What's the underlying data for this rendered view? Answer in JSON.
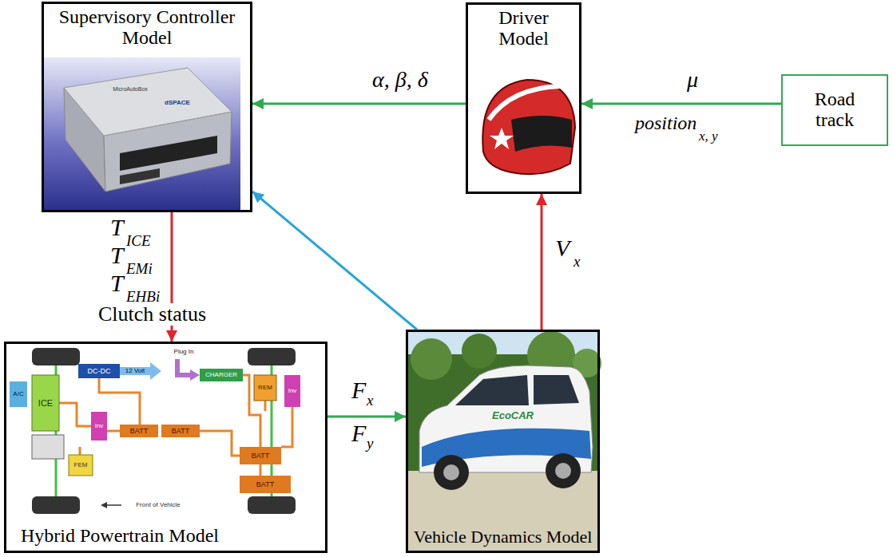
{
  "diagram": {
    "nodes": [
      {
        "text": [
          "Supervisory Controller Model"
        ]
      },
      {
        "text": [
          "Driver Model"
        ]
      },
      {
        "text": [
          "Road track"
        ]
      },
      {
        "text": [
          "Hybrid Powertrain Model"
        ]
      },
      {
        "text": [
          "Vehicle Dynamics Model"
        ]
      }
    ],
    "edges": [
      {
        "from": 1,
        "to": 0,
        "arrow": "to",
        "label": "α, β, δ"
      },
      {
        "from": 2,
        "to": 1,
        "arrow": "to",
        "label": "μ"
      },
      {
        "from": 0,
        "to": 3,
        "arrow": "to",
        "label": "Clutch status"
      },
      {
        "from": 4,
        "to": 1,
        "arrow": "to",
        "label": "V"
      },
      {
        "from": 4,
        "to": 0,
        "arrow": "to"
      },
      {
        "from": 3,
        "to": 4,
        "arrow": "to"
      }
    ],
    "labels": [
      "T",
      "ICE",
      "T",
      "EMi",
      "T",
      "EHBi",
      "x",
      "position",
      "x, y",
      "F",
      "x",
      "F",
      "y",
      "MicroAutoBox",
      "dSPACE",
      "Plug In",
      "DC-DC",
      "12 Volt",
      "CHARGER",
      "A/C",
      "ICE",
      "FEM",
      "Inv",
      "BATT",
      "BATT",
      "REM",
      "Inv",
      "BATT",
      "BATT",
      "Front of Vehicle",
      "EcoCAR"
    ]
  }
}
